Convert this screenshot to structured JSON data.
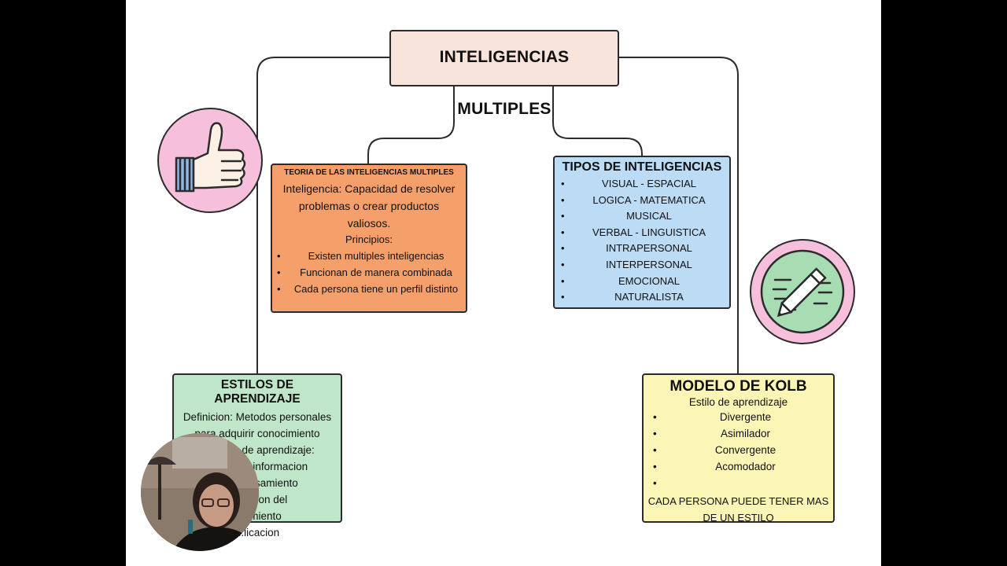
{
  "title": "INTELIGENCIAS MULTIPLES",
  "teoria": {
    "heading": "TEORIA DE LAS INTELIGENCIAS MULTIPLES",
    "definition": "Inteligencia: Capacidad de resolver problemas o crear productos valiosos.",
    "principles_label": "Principios:",
    "principles": [
      "Existen multiples inteligencias",
      "Funcionan de manera combinada",
      "Cada persona tiene un perfil distinto"
    ]
  },
  "tipos": {
    "heading": "TIPOS DE INTELIGENCIAS",
    "items": [
      "VISUAL - ESPACIAL",
      "LOGICA - MATEMATICA",
      "MUSICAL",
      "VERBAL - LINGUISTICA",
      "INTRAPERSONAL",
      "INTERPERSONAL",
      "EMOCIONAL",
      "NATURALISTA"
    ]
  },
  "estilos": {
    "heading": "ESTILOS DE APRENDIZAJE",
    "lines": [
      "Definicion: Metodos personales",
      "para adquirir conocimiento",
      "Proceso de aprendizaje:",
      "...cion de informacion",
      "... procesamiento",
      "...ruccion del",
      "...cimiento",
      "...licacion"
    ]
  },
  "kolb": {
    "heading": "MODELO DE KOLB",
    "subheading": "Estilo de aprendizaje",
    "items": [
      "Divergente",
      "Asimilador",
      "Convergente",
      "Acomodador",
      ""
    ],
    "note": "CADA PERSONA PUEDE TENER MAS DE UN ESTILO"
  },
  "icons": {
    "left": "thumbs-up-icon",
    "right": "pencil-icon"
  },
  "colors": {
    "title_box": "#f9e4dc",
    "teoria_box": "#f5a06b",
    "tipos_box": "#bcdbf5",
    "estilos_box": "#bfe6c9",
    "kolb_box": "#fbf6b6",
    "icon_circle": "#f6bfdc",
    "pencil_circle": "#a8dcb3"
  }
}
